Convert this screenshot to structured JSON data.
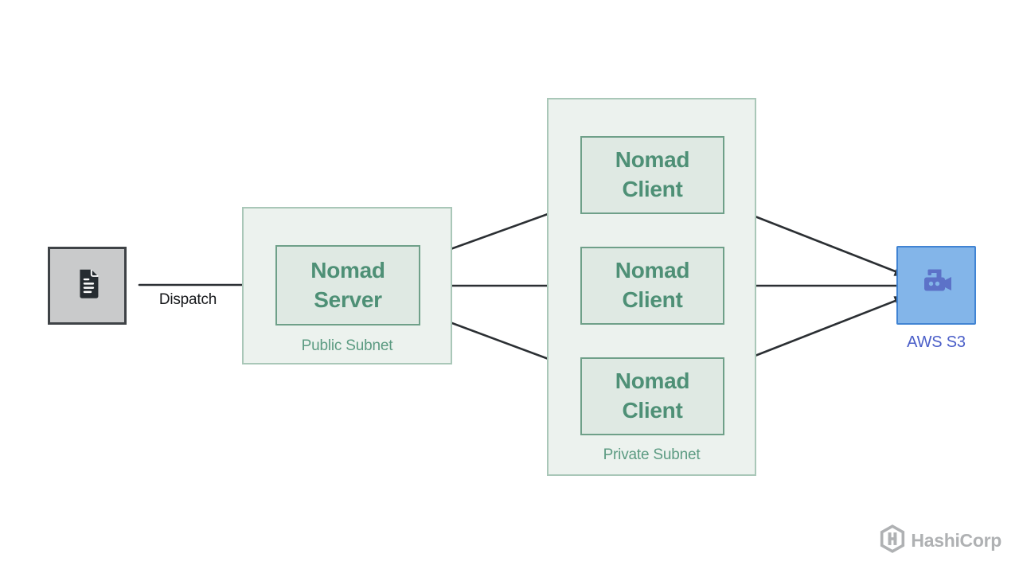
{
  "diagram": {
    "job_file": {
      "icon": "document-icon"
    },
    "dispatch": {
      "label": "Dispatch"
    },
    "public_subnet": {
      "label": "Public Subnet",
      "nodes": [
        {
          "label": "Nomad Server"
        }
      ]
    },
    "private_subnet": {
      "label": "Private Subnet",
      "nodes": [
        {
          "label": "Nomad Client"
        },
        {
          "label": "Nomad Client"
        },
        {
          "label": "Nomad Client"
        }
      ]
    },
    "aws_s3": {
      "label": "AWS S3",
      "icon": "video-camera-icon"
    },
    "connections": [
      {
        "from": "job-file",
        "to": "nomad-server",
        "label": "Dispatch"
      },
      {
        "from": "nomad-server",
        "to": "nomad-client-1"
      },
      {
        "from": "nomad-server",
        "to": "nomad-client-2"
      },
      {
        "from": "nomad-server",
        "to": "nomad-client-3"
      },
      {
        "from": "nomad-client-1",
        "to": "aws-s3"
      },
      {
        "from": "nomad-client-2",
        "to": "aws-s3"
      },
      {
        "from": "nomad-client-3",
        "to": "aws-s3"
      }
    ]
  },
  "branding": {
    "logo_text": "HashiCorp"
  },
  "colors": {
    "subnet_fill": "#ecf2ee",
    "subnet_border": "#a9c7b8",
    "node_fill": "#dfe9e3",
    "node_border": "#6fa089",
    "node_text": "#4e9076",
    "subnet_label_text": "#5c9b82",
    "job_box_fill": "#c9cacb",
    "job_box_border": "#3e4246",
    "document_icon": "#262c31",
    "aws_fill": "#83b5e9",
    "aws_border": "#4184d3",
    "aws_icon": "#5c72c8",
    "aws_label_text": "#4a5ec8",
    "arrow": "#2b2f33",
    "logo_gray": "#afb1b3"
  }
}
